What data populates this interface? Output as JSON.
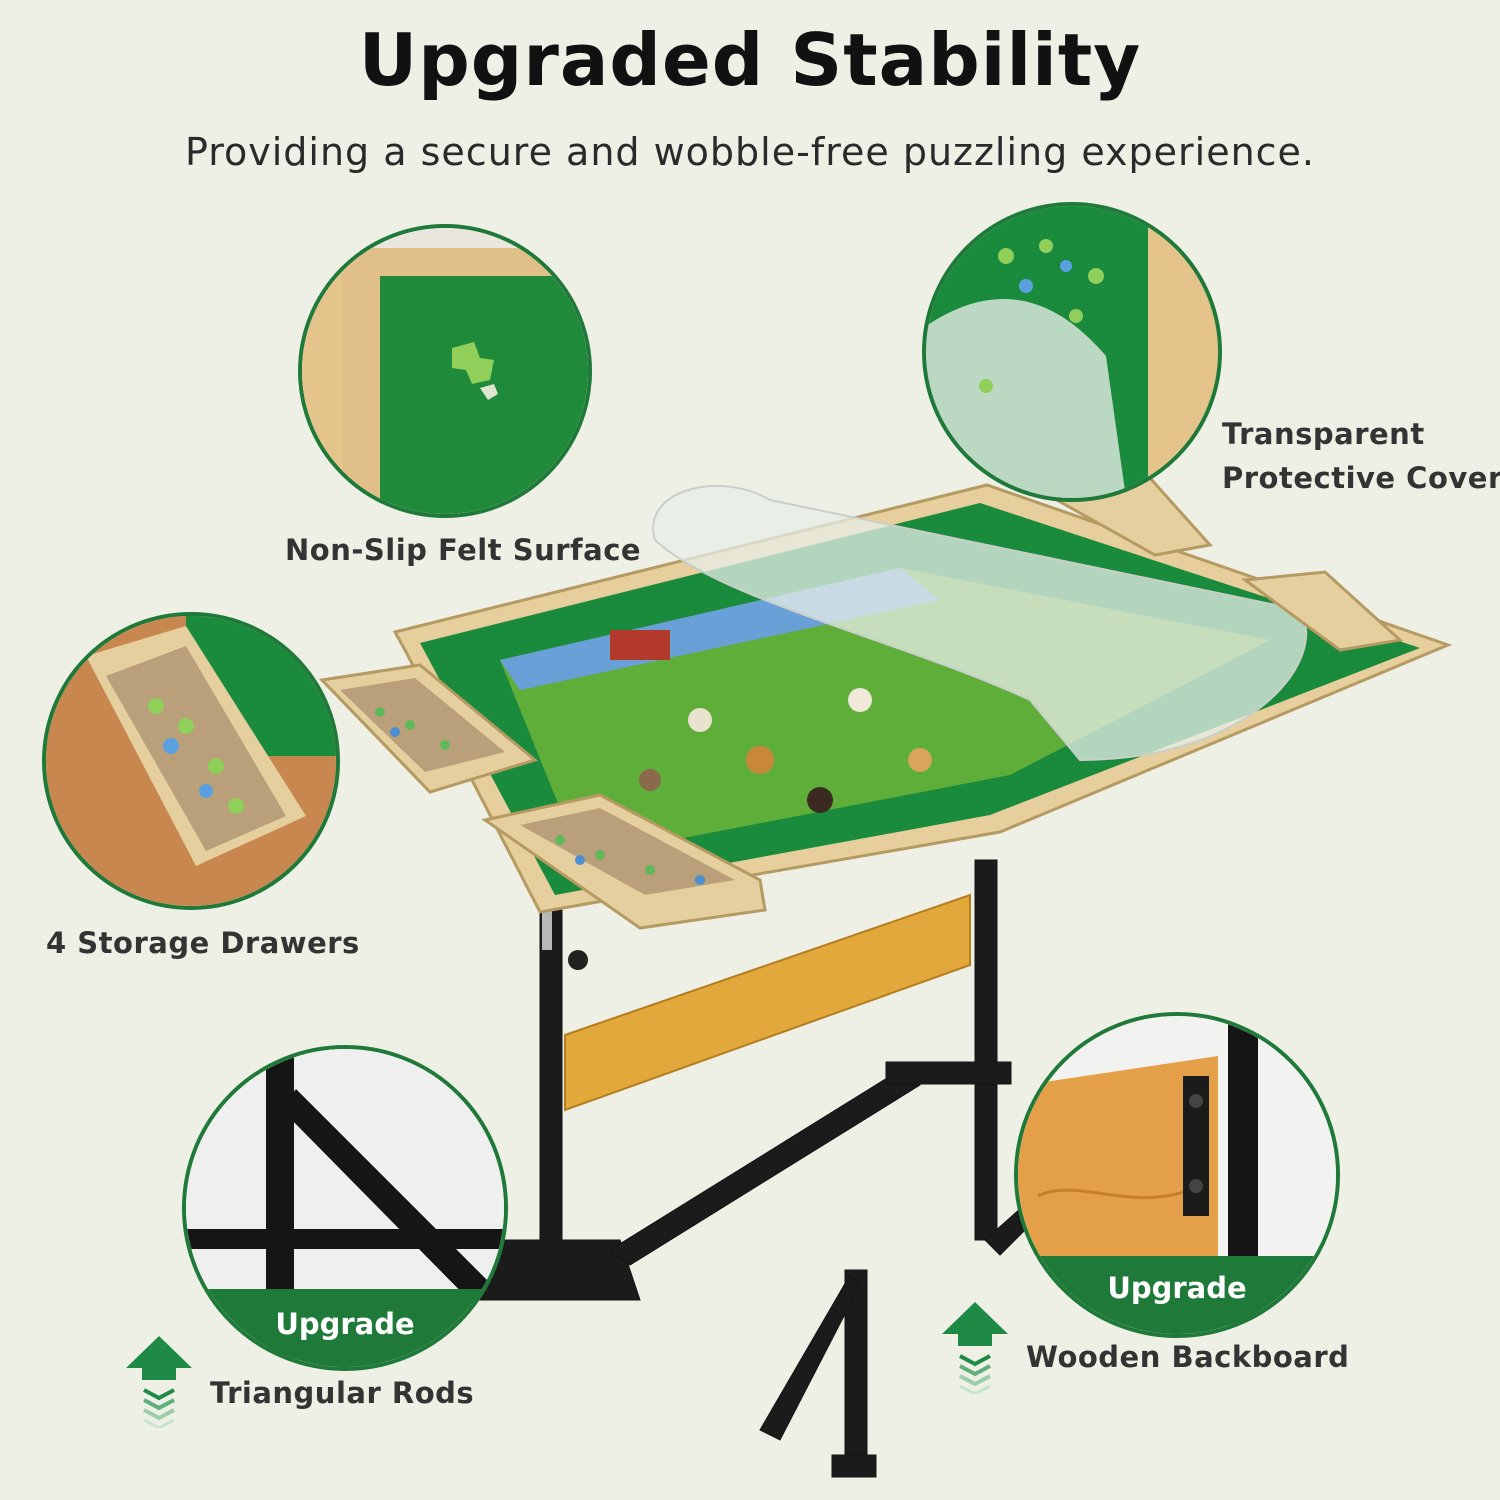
{
  "header": {
    "title": "Upgraded Stability",
    "subtitle": "Providing a secure and wobble-free puzzling experience."
  },
  "features": {
    "felt_surface": "Non-Slip Felt Surface",
    "cover_line1": "Transparent",
    "cover_line2": "Protective Cover",
    "drawers": "4 Storage Drawers",
    "rods": "Triangular Rods",
    "backboard": "Wooden Backboard",
    "badge_rods": "Upgrade",
    "badge_backboard": "Upgrade"
  },
  "colors": {
    "accent_green": "#1f7a3a",
    "felt_green": "#1a8a3c",
    "wood": "#e3c48e",
    "background": "#eef0e6"
  }
}
